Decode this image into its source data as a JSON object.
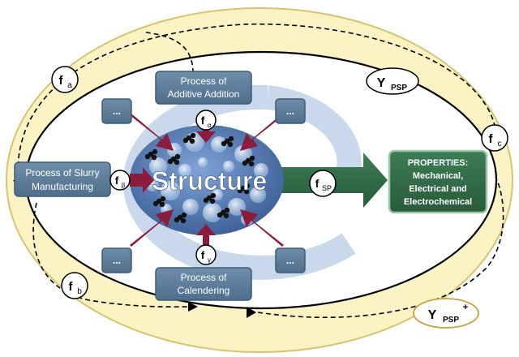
{
  "center": {
    "label": "Structure"
  },
  "processes": {
    "additive": {
      "line1": "Process of",
      "line2": "Additive Addition"
    },
    "slurry": {
      "line1": "Process of Slurry",
      "line2": "Manufacturing"
    },
    "calendering": {
      "line1": "Process of",
      "line2": "Calendering"
    }
  },
  "properties": {
    "line1": "PROPERTIES:",
    "line2": "Mechanical,",
    "line3": "Electrical and",
    "line4": "Electrochemical"
  },
  "placeholder_label": "...",
  "functions": {
    "f_alpha": {
      "base": "f",
      "sub": "α"
    },
    "f_beta": {
      "base": "f",
      "sub": "β"
    },
    "f_gamma": {
      "base": "f",
      "sub": "γ"
    },
    "f_sp": {
      "base": "f",
      "sub": "SP"
    },
    "f_a": {
      "base": "f",
      "sub": "a"
    },
    "f_b": {
      "base": "f",
      "sub": "b"
    },
    "f_c": {
      "base": "f",
      "sub": "c"
    }
  },
  "y_psp": {
    "base": "Y",
    "sub": "PSP"
  },
  "y_psp_plus": {
    "base": "Y",
    "sub": "PSP",
    "sup": "+"
  },
  "colors": {
    "outer_fill": "#fbf3c4",
    "outer_stroke": "#d8c36e",
    "inner_fill": "#ffffff",
    "ring": "#c2d3e8",
    "ring_dark": "#a9c1de",
    "process_box": "#5b7a98",
    "process_box_stroke": "#3f5b77",
    "arrow_maroon": "#8b1c3b",
    "structure_fill": "#4a6fa8",
    "green_arrow": "#2f6a45",
    "properties_fill": "#2f6a45",
    "properties_stroke": "#9ac8a4"
  }
}
